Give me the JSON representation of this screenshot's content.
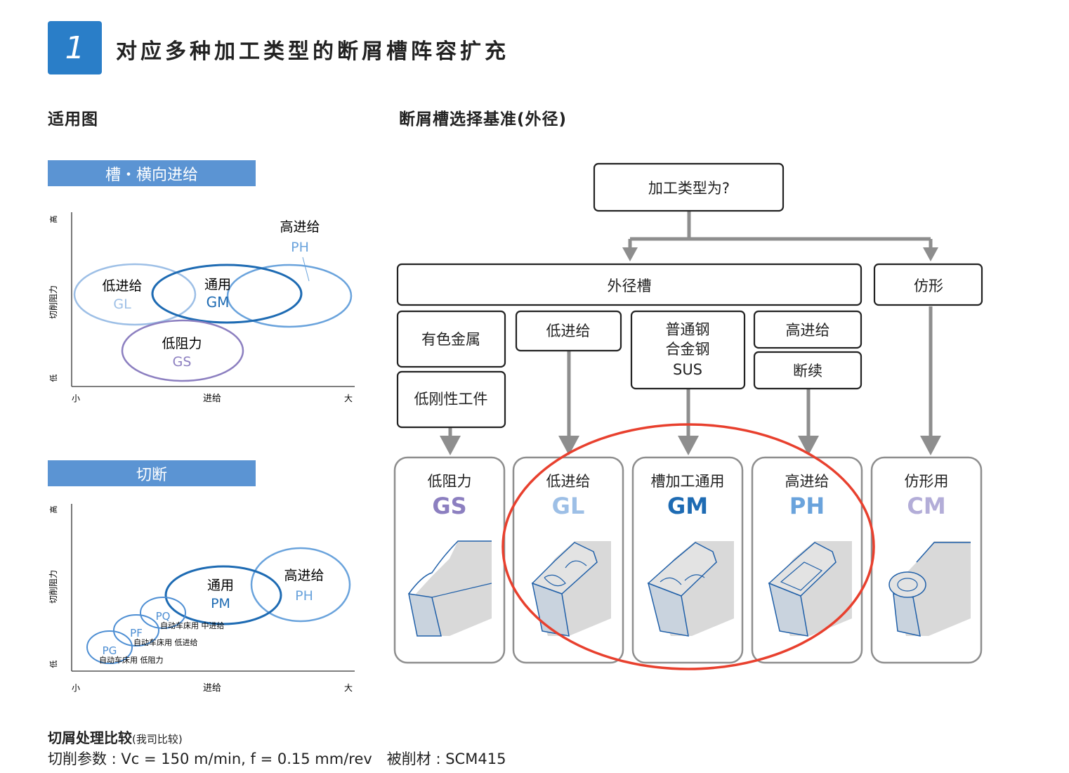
{
  "header": {
    "number": "1",
    "title": "对应多种加工类型的断屑槽阵容扩充"
  },
  "left": {
    "section_title": "适用图",
    "chart1": {
      "bar_label": "槽・横向进给",
      "y_high": "高",
      "y_label": "切削阻力",
      "y_low": "低",
      "x_small": "小",
      "x_label": "进给",
      "x_large": "大",
      "regions": [
        {
          "name": "低进给",
          "code": "GL",
          "color": "#9dbfe6"
        },
        {
          "name": "通用",
          "code": "GM",
          "color": "#1e6bb3"
        },
        {
          "name": "高进给",
          "code": "PH",
          "color": "#6aa3dc"
        },
        {
          "name": "低阻力",
          "code": "GS",
          "color": "#8c7fc0"
        }
      ]
    },
    "chart2": {
      "bar_label": "切断",
      "y_high": "高",
      "y_label": "切削阻力",
      "y_low": "低",
      "x_small": "小",
      "x_label": "进给",
      "x_large": "大",
      "regions": [
        {
          "name": "通用",
          "code": "PM",
          "color": "#1e6bb3"
        },
        {
          "name": "高进给",
          "code": "PH",
          "color": "#6aa3dc"
        },
        {
          "name": "自动车床用 中进给",
          "code": "PQ",
          "color": "#4d8ed3"
        },
        {
          "name": "自动车床用 低进给",
          "code": "PF",
          "color": "#4d8ed3"
        },
        {
          "name": "自动车床用 低阻力",
          "code": "PG",
          "color": "#4d8ed3"
        }
      ]
    }
  },
  "right": {
    "section_title": "断屑槽选择基准(外径)",
    "root": "加工类型为?",
    "branch_outer": "外径槽",
    "branch_profile": "仿形",
    "cat_nonferrous": "有色金属",
    "cat_low_rigidity": "低刚性工件",
    "cat_low_feed": "低进给",
    "cat_steel_1": "普通钢",
    "cat_steel_2": "合金钢",
    "cat_steel_3": "SUS",
    "cat_high_feed": "高进给",
    "cat_interrupted": "断续",
    "cards": [
      {
        "name": "低阻力",
        "code": "GS",
        "color": "#8c7fc0"
      },
      {
        "name": "低进给",
        "code": "GL",
        "color": "#9dbfe6"
      },
      {
        "name": "槽加工通用",
        "code": "GM",
        "color": "#1e6bb3"
      },
      {
        "name": "高进给",
        "code": "PH",
        "color": "#6aa3dc"
      },
      {
        "name": "仿形用",
        "code": "CM",
        "color": "#b3add8"
      }
    ],
    "highlight_color": "#e8402e"
  },
  "footer": {
    "title": "切屑处理比较",
    "title_note": "(我司比较)",
    "params": "切削参数 : Vc = 150 m/min, f = 0.15 mm/rev　被削材 : SCM415"
  }
}
